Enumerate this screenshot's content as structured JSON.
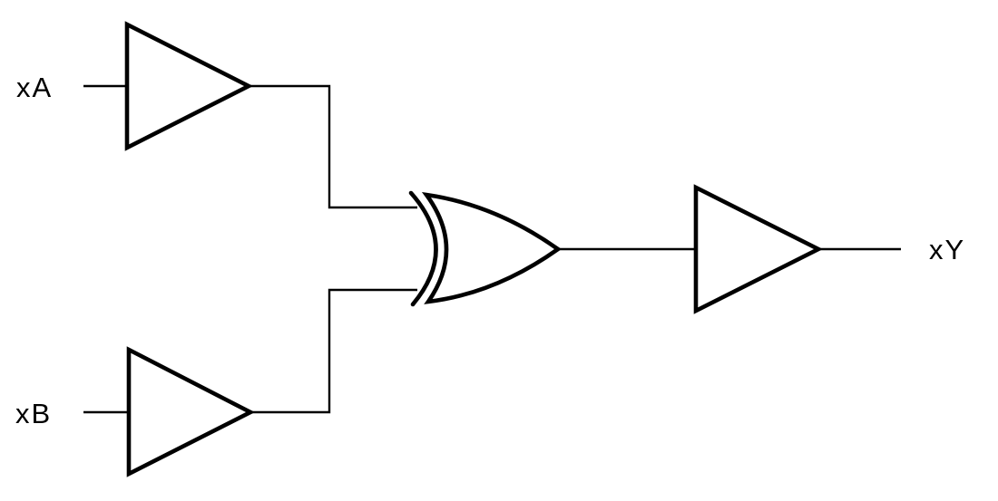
{
  "diagram": {
    "kind": "logic-circuit-schematic",
    "background_color": "#ffffff",
    "line_color": "#000000",
    "labels": {
      "input_a": "xA",
      "input_b": "xB",
      "output": "xY"
    },
    "components": [
      {
        "id": "buffer-a",
        "type": "buffer",
        "connected_label": "xA"
      },
      {
        "id": "buffer-b",
        "type": "buffer",
        "connected_label": "xB"
      },
      {
        "id": "xor-gate",
        "type": "xor",
        "inputs": [
          "buffer-a",
          "buffer-b"
        ]
      },
      {
        "id": "buffer-y",
        "type": "buffer",
        "connected_label": "xY"
      }
    ]
  }
}
